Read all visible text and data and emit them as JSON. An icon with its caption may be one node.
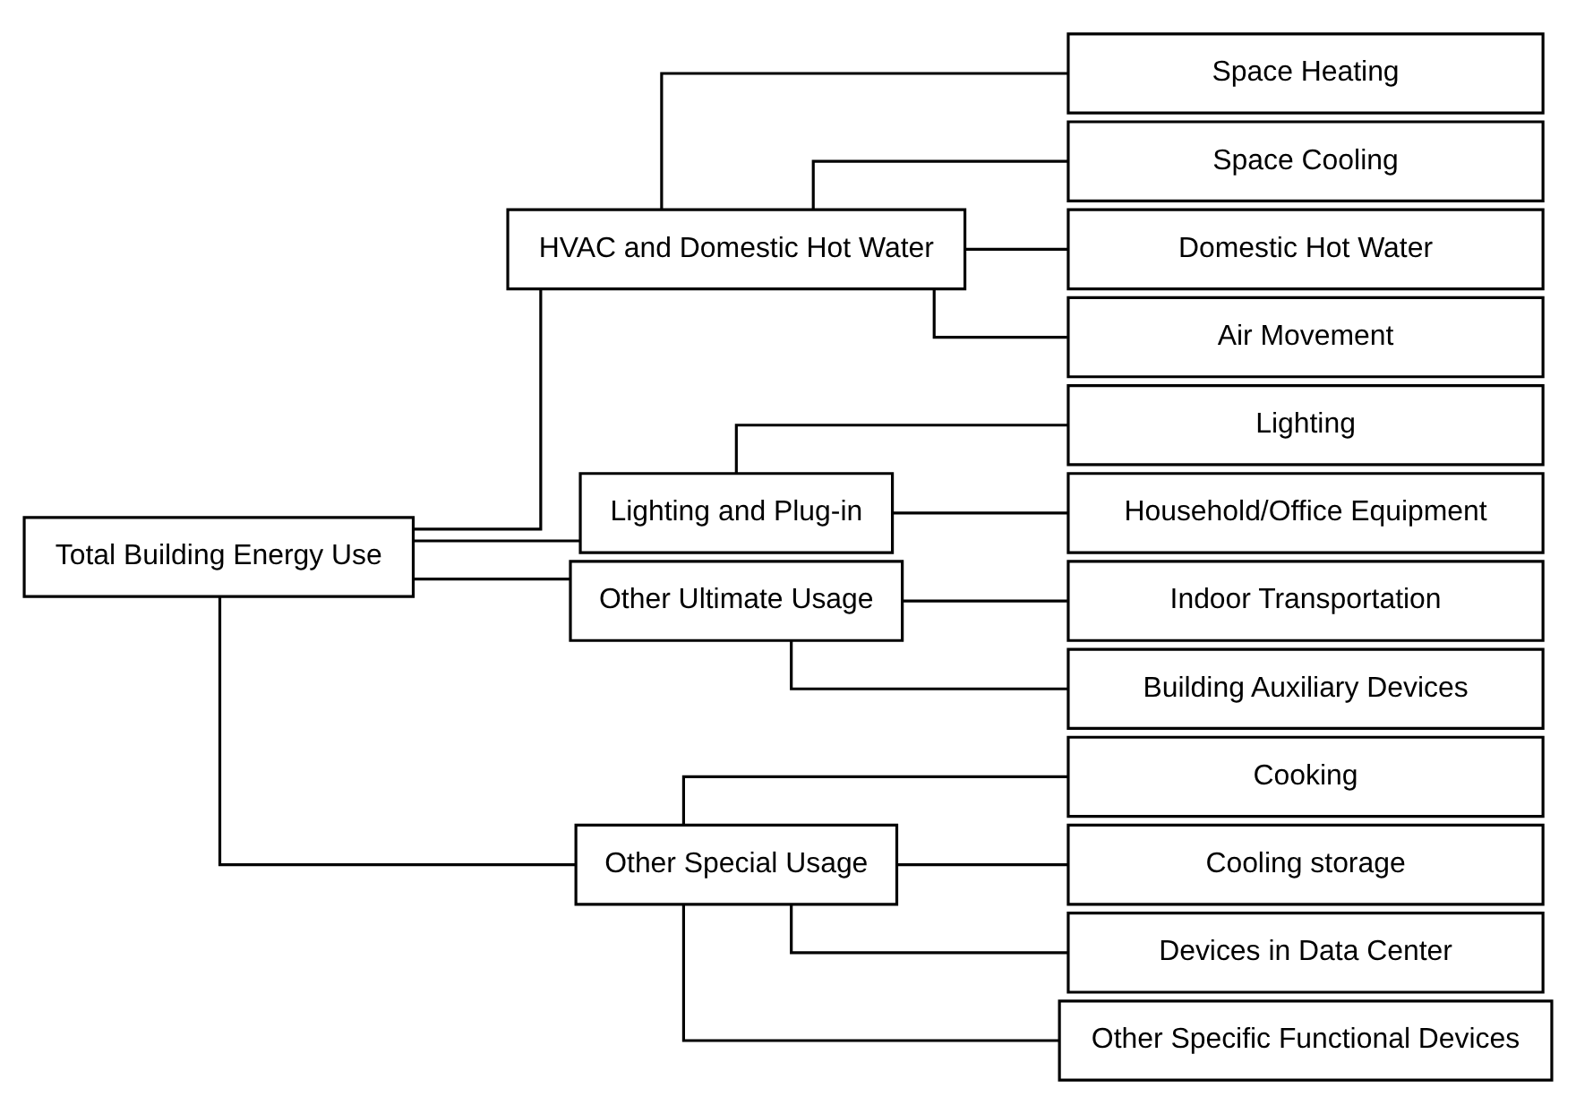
{
  "diagram": {
    "nodes": [
      {
        "text": [
          "Total Building Energy Use"
        ]
      },
      {
        "text": [
          "HVAC and Domestic Hot Water"
        ]
      },
      {
        "text": [
          "Space Heating"
        ]
      },
      {
        "text": [
          "Space Cooling"
        ]
      },
      {
        "text": [
          "Domestic Hot Water"
        ]
      },
      {
        "text": [
          "Air Movement"
        ]
      },
      {
        "text": [
          "Lighting and Plug-in"
        ]
      },
      {
        "text": [
          "Lighting"
        ]
      },
      {
        "text": [
          "Household/Office Equipment"
        ]
      },
      {
        "text": [
          "Other Ultimate Usage"
        ]
      },
      {
        "text": [
          "Indoor Transportation"
        ]
      },
      {
        "text": [
          "Building Auxiliary Devices"
        ]
      },
      {
        "text": [
          "Other Special Usage"
        ]
      },
      {
        "text": [
          "Cooking"
        ]
      },
      {
        "text": [
          "Cooling storage"
        ]
      },
      {
        "text": [
          "Devices in Data Center"
        ]
      },
      {
        "text": [
          "Other Specific Functional Devices"
        ]
      }
    ],
    "edges": [
      {
        "from": 0,
        "to": 1,
        "arrow": "none"
      },
      {
        "from": 1,
        "to": 2,
        "arrow": "none"
      },
      {
        "from": 1,
        "to": 3,
        "arrow": "none"
      },
      {
        "from": 1,
        "to": 4,
        "arrow": "none"
      },
      {
        "from": 1,
        "to": 5,
        "arrow": "none"
      },
      {
        "from": 0,
        "to": 6,
        "arrow": "none"
      },
      {
        "from": 6,
        "to": 7,
        "arrow": "none"
      },
      {
        "from": 6,
        "to": 8,
        "arrow": "none"
      },
      {
        "from": 0,
        "to": 9,
        "arrow": "none"
      },
      {
        "from": 9,
        "to": 10,
        "arrow": "none"
      },
      {
        "from": 9,
        "to": 11,
        "arrow": "none"
      },
      {
        "from": 0,
        "to": 12,
        "arrow": "none"
      },
      {
        "from": 12,
        "to": 13,
        "arrow": "none"
      },
      {
        "from": 12,
        "to": 14,
        "arrow": "none"
      },
      {
        "from": 12,
        "to": 15,
        "arrow": "none"
      },
      {
        "from": 12,
        "to": 16,
        "arrow": "none"
      }
    ]
  }
}
